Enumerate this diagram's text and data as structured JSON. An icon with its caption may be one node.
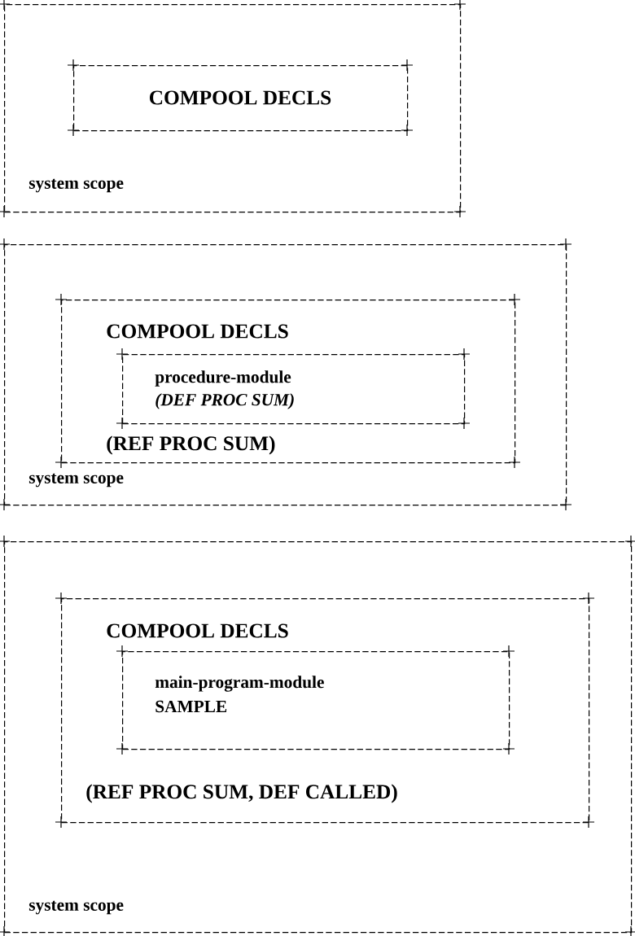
{
  "diagram": {
    "nodes": [
      {
        "text": [
          "system scope"
        ]
      },
      {
        "text": [
          "COMPOOL DECLS"
        ],
        "in": 0
      },
      {
        "text": [
          "system scope"
        ]
      },
      {
        "text": [
          "COMPOOL DECLS",
          "(REF PROC SUM)"
        ],
        "in": 2
      },
      {
        "text": [
          "procedure-module",
          "(DEF PROC SUM)"
        ],
        "in": 3
      },
      {
        "text": [
          "system scope"
        ]
      },
      {
        "text": [
          "COMPOOL DECLS",
          "(REF PROC SUM, DEF CALLED)"
        ],
        "in": 5
      },
      {
        "text": [
          "main-program-module",
          "SAMPLE"
        ],
        "in": 6
      }
    ]
  }
}
